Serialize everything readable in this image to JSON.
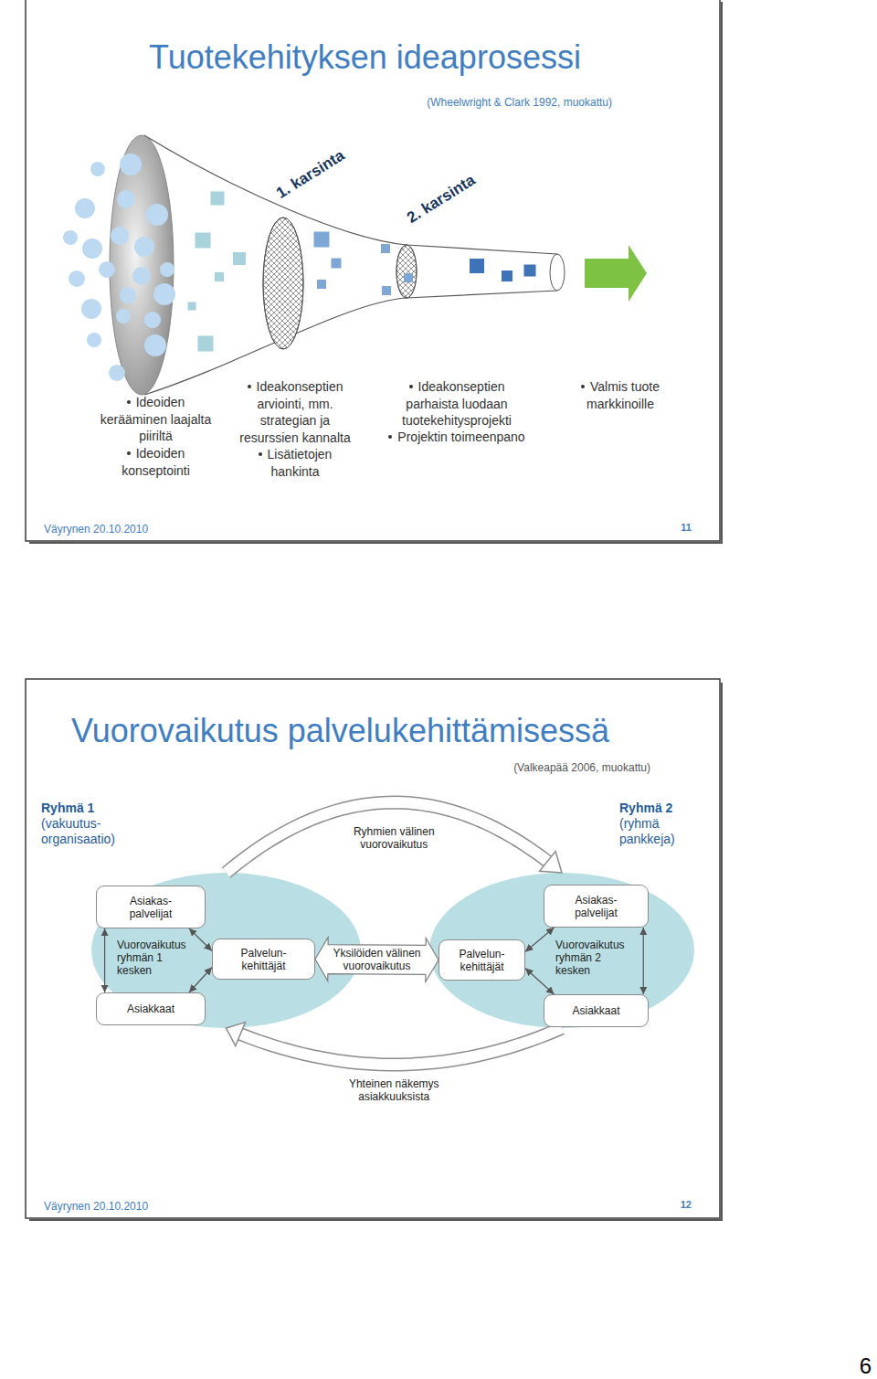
{
  "diagram": {
    "nodes": [
      {
        "text": [
          "Vuorovaikutus ryhmän 1 kesken"
        ]
      },
      {
        "text": [
          "Asiakas- palvelijat"
        ],
        "in": 0
      },
      {
        "text": [
          "Palvelun- kehittäjät"
        ],
        "in": 0
      },
      {
        "text": [
          "Asiakkaat"
        ],
        "in": 0
      },
      {
        "text": [
          "Vuorovaikutus ryhmän 2 kesken"
        ]
      },
      {
        "text": [
          "Asiakas- palvelijat"
        ],
        "in": 4
      },
      {
        "text": [
          "Palvelun- kehittäjät"
        ],
        "in": 4
      },
      {
        "text": [
          "Asiakkaat"
        ],
        "in": 4
      }
    ],
    "edges": [
      {
        "from": 0,
        "to": 4,
        "arrow": "to",
        "label": "Ryhmien välinen vuorovaikutus"
      },
      {
        "from": 1,
        "to": 2,
        "arrow": "both"
      },
      {
        "from": 1,
        "to": 3,
        "arrow": "both"
      },
      {
        "from": 3,
        "to": 2,
        "arrow": "both"
      },
      {
        "from": 2,
        "to": 6,
        "arrow": "both",
        "label": "Yksilöiden välinen vuorovaikutus"
      },
      {
        "from": 5,
        "to": 6,
        "arrow": "both"
      },
      {
        "from": 5,
        "to": 7,
        "arrow": "both"
      },
      {
        "from": 7,
        "to": 6,
        "arrow": "both"
      },
      {
        "from": 4,
        "to": 0,
        "arrow": "to",
        "label": "Yhteinen näkemys asiakkuuksista"
      }
    ],
    "labels": [
      "Tuotekehityksen ideaprosessi",
      "(Wheelwright & Clark 1992, muokattu)",
      "1. karsinta",
      "2. karsinta",
      "Ideoiden kerääminen laajalta piiriltä",
      "Ideoiden konseptointi",
      "Ideakonseptien arviointi, mm. strategian ja resurssien kannalta",
      "Lisätietojen hankinta",
      "Ideakonseptien parhaista luodaan tuotekehitysprojekti",
      "Projektin toimeenpano",
      "Valmis tuote markkinoille",
      "Väyrynen 20.10.2010",
      "11",
      "Vuorovaikutus palvelukehittämisessä",
      "(Valkeapää 2006, muokattu)",
      "Ryhmä 1",
      "(vakuutus- organisaatio)",
      "Ryhmä 2",
      "(ryhmä pankkeja)",
      "Väyrynen 20.10.2010",
      "12",
      "6"
    ]
  }
}
